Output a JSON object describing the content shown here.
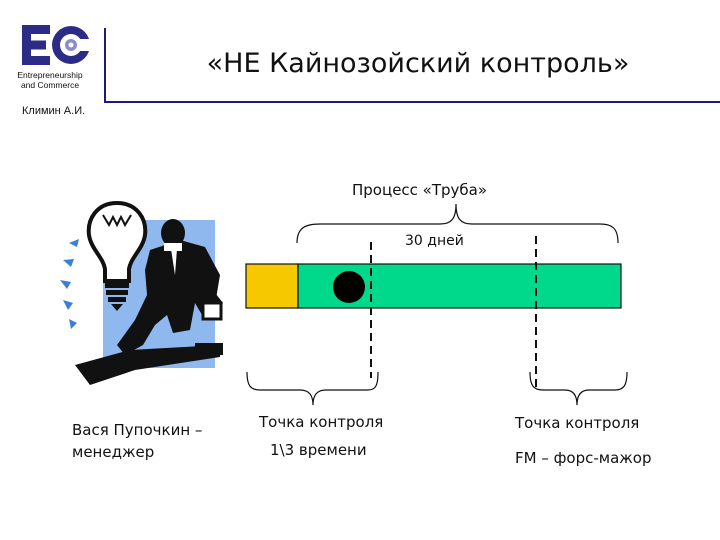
{
  "header": {
    "logo": {
      "mark": "EC",
      "caption_line1": "Entrepreneurship",
      "caption_line2": "and Commerce"
    },
    "title": "«НЕ Кайнозойский контроль»",
    "author": "Климин А.И."
  },
  "diagram": {
    "process_label": "Процесс «Труба»",
    "duration_label": "30 дней",
    "bar": {
      "start_color": "#f5c800",
      "main_color": "#00d98c",
      "marker_color": "#000000"
    },
    "checkpoint_1": {
      "line1": "Точка контроля",
      "line2": "1\\3 времени"
    },
    "checkpoint_2": {
      "line1": "Точка контроля",
      "line2": "FM – форс-мажор"
    }
  },
  "illustration": {
    "icon": "manager-with-lightbulb-icon",
    "caption_line1": "Вася Пупочкин –",
    "caption_line2": "менеджер"
  }
}
